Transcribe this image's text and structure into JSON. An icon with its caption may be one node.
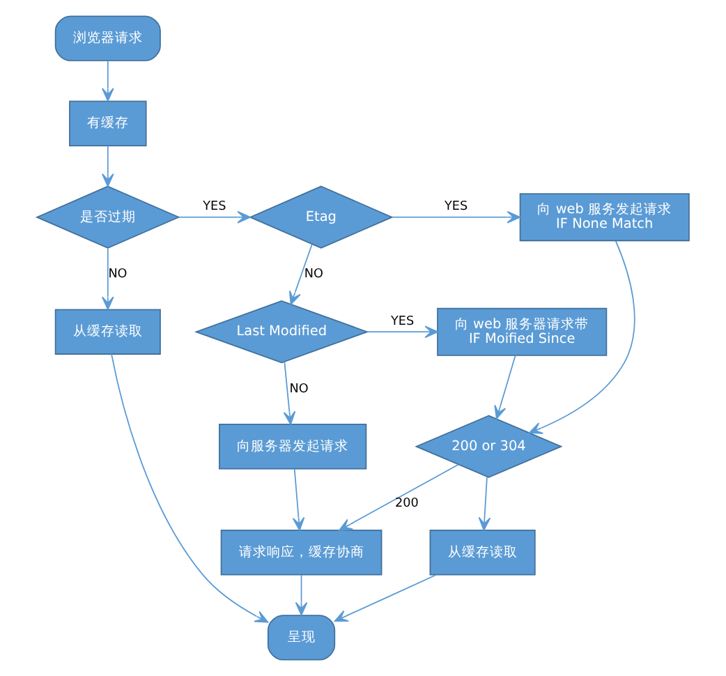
{
  "diagram": {
    "nodes": [
      {
        "text": [
          "浏览器请求"
        ]
      },
      {
        "text": [
          "有缓存"
        ]
      },
      {
        "text": [
          "是否过期"
        ]
      },
      {
        "text": [
          "Etag"
        ]
      },
      {
        "text": [
          "向 web 服务发起请求",
          "IF None Match"
        ]
      },
      {
        "text": [
          "从缓存读取"
        ]
      },
      {
        "text": [
          "Last Modified"
        ]
      },
      {
        "text": [
          "向 web 服务器请求带",
          "IF Moified Since"
        ]
      },
      {
        "text": [
          "向服务器发起请求"
        ]
      },
      {
        "text": [
          "200 or 304"
        ]
      },
      {
        "text": [
          "请求响应，缓存协商"
        ]
      },
      {
        "text": [
          "从缓存读取"
        ]
      },
      {
        "text": [
          "呈现"
        ]
      }
    ],
    "edges": [
      {
        "from": 0,
        "to": 1,
        "arrow": "to"
      },
      {
        "from": 1,
        "to": 2,
        "arrow": "to"
      },
      {
        "from": 2,
        "to": 3,
        "label": "YES",
        "arrow": "to"
      },
      {
        "from": 2,
        "to": 5,
        "label": "NO",
        "arrow": "to"
      },
      {
        "from": 3,
        "to": 4,
        "label": "YES",
        "arrow": "to"
      },
      {
        "from": 3,
        "to": 6,
        "label": "NO",
        "arrow": "to"
      },
      {
        "from": 6,
        "to": 7,
        "label": "YES",
        "arrow": "to"
      },
      {
        "from": 6,
        "to": 8,
        "label": "NO",
        "arrow": "to"
      },
      {
        "from": 4,
        "to": 9,
        "arrow": "to"
      },
      {
        "from": 7,
        "to": 9,
        "arrow": "to"
      },
      {
        "from": 8,
        "to": 10,
        "arrow": "to"
      },
      {
        "from": 9,
        "to": 10,
        "label": "200",
        "arrow": "to"
      },
      {
        "from": 9,
        "to": 11,
        "arrow": "to"
      },
      {
        "from": 10,
        "to": 12,
        "arrow": "to"
      },
      {
        "from": 5,
        "to": 12,
        "arrow": "to"
      },
      {
        "from": 11,
        "to": 12,
        "arrow": "to"
      }
    ]
  }
}
